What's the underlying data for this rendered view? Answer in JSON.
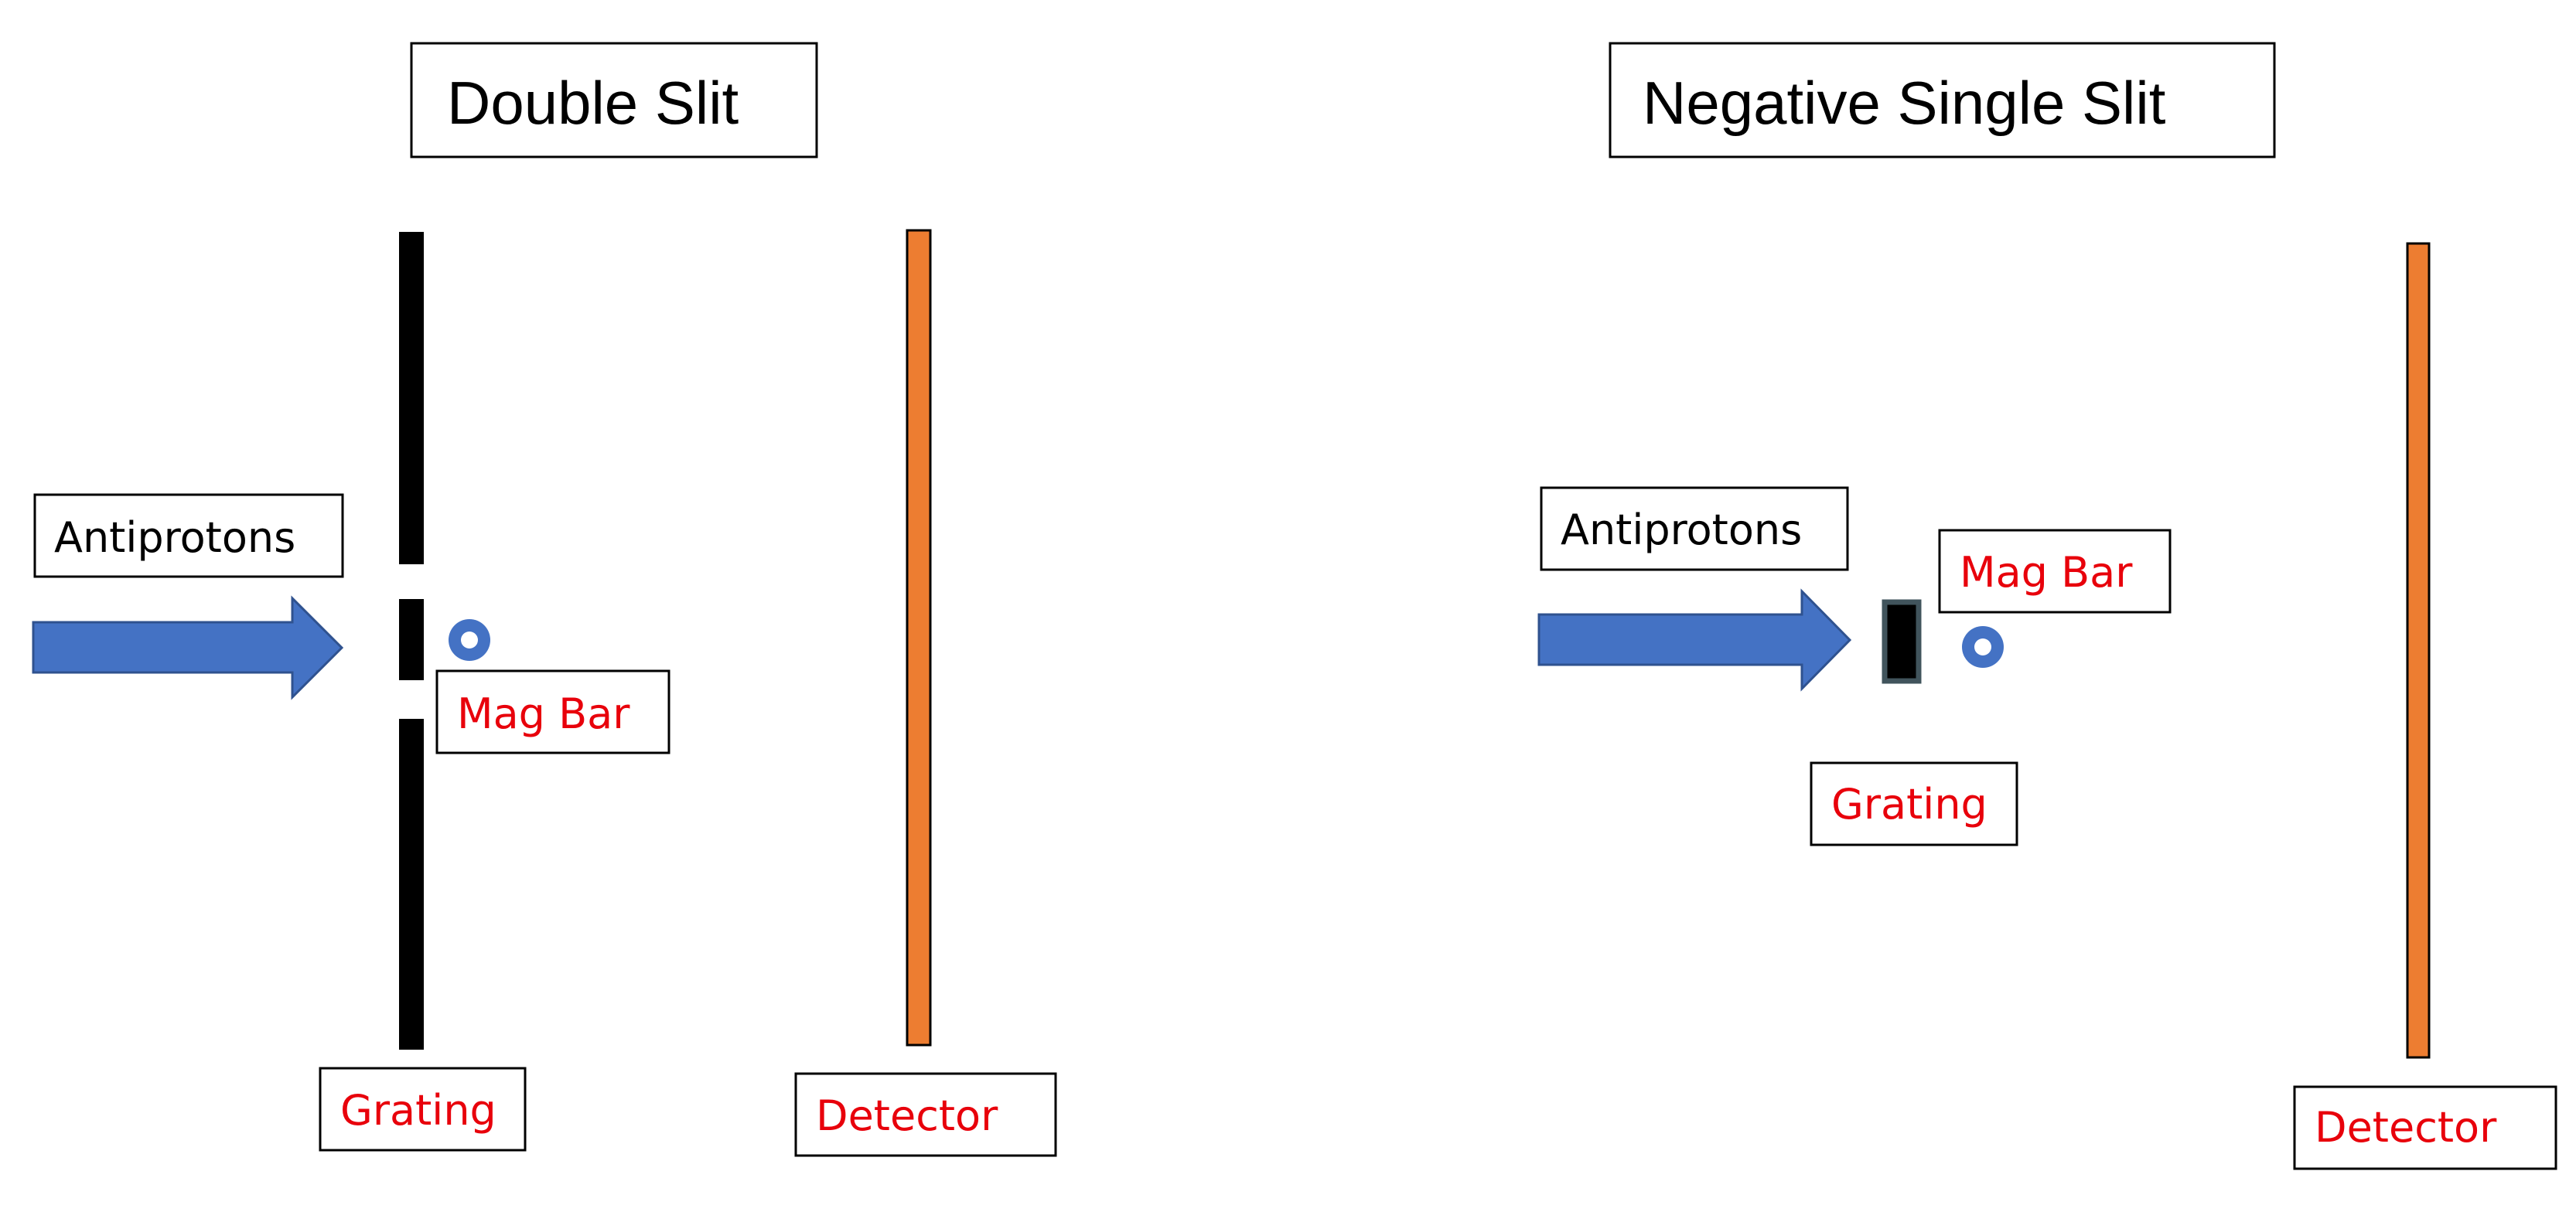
{
  "colors": {
    "arrow": "#4472C4",
    "arrow_outline": "#2F528F",
    "grating": "#000000",
    "grating_outline": "#41545C",
    "detector": "#ED7D31",
    "detector_outline": "#000000",
    "label_red": "#E8000B",
    "mag_bar": "#4472C4"
  },
  "left_panel": {
    "title": "Double Slit",
    "beam_label": "Antiprotons",
    "mag_bar_label": "Mag Bar",
    "grating_label": "Grating",
    "detector_label": "Detector"
  },
  "right_panel": {
    "title": "Negative Single Slit",
    "beam_label": "Antiprotons",
    "mag_bar_label": "Mag Bar",
    "grating_label": "Grating",
    "detector_label": "Detector"
  },
  "icons": {
    "beam_arrow": "right-arrow-icon",
    "mag_bar": "ring-icon"
  }
}
